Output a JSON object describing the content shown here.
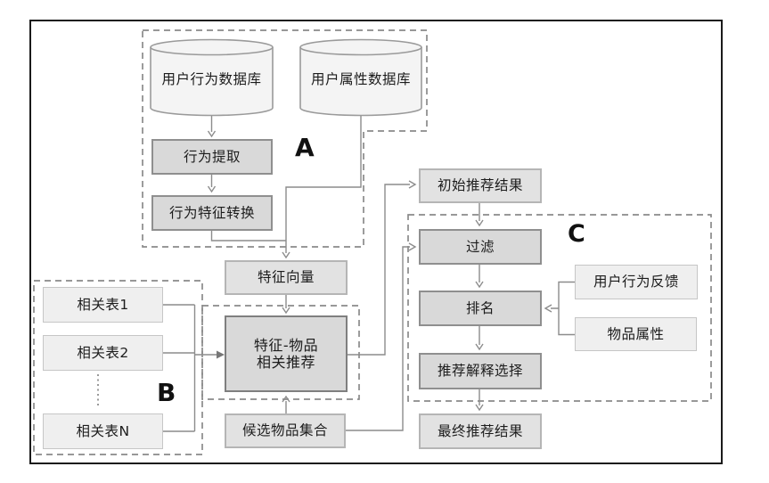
{
  "sections": {
    "a": {
      "label": "A"
    },
    "b": {
      "label": "B"
    },
    "c": {
      "label": "C"
    }
  },
  "nodes": {
    "user_behavior_db": {
      "label": "用户行为数据库",
      "shape": "cylinder"
    },
    "user_attribute_db": {
      "label": "用户属性数据库",
      "shape": "cylinder"
    },
    "behavior_extraction": {
      "label": "行为提取"
    },
    "behavior_feature_conversion": {
      "label": "行为特征转换"
    },
    "feature_vector": {
      "label": "特征向量"
    },
    "initial_recommendation_results": {
      "label": "初始推荐结果"
    },
    "related_table_1": {
      "label": "相关表1"
    },
    "related_table_2": {
      "label": "相关表2"
    },
    "related_table_n": {
      "label": "相关表N"
    },
    "feature_item_recommendation": {
      "label_line1": "特征-物品",
      "label_line2": "相关推荐"
    },
    "candidate_item_set": {
      "label": "候选物品集合"
    },
    "filter": {
      "label": "过滤"
    },
    "ranking": {
      "label": "排名"
    },
    "explanation_selection": {
      "label": "推荐解释选择"
    },
    "final_recommendation_results": {
      "label": "最终推荐结果"
    },
    "user_behavior_feedback": {
      "label": "用户行为反馈"
    },
    "item_attributes": {
      "label": "物品属性"
    }
  },
  "colors": {
    "frame_border": "#1a1a1a",
    "dashed_outline": "#8a8a8a",
    "connector": "#8c8c8c",
    "process_box_fill": "#d9d9d9",
    "process_box_border": "#8f8f8f",
    "result_box_fill": "#e2e2e2",
    "result_box_border": "#b5b5b5",
    "input_box_fill": "#efefef",
    "input_box_border": "#c6c6c6",
    "cylinder_fill": "#f4f4f4",
    "cylinder_border": "#9a9a9a"
  }
}
